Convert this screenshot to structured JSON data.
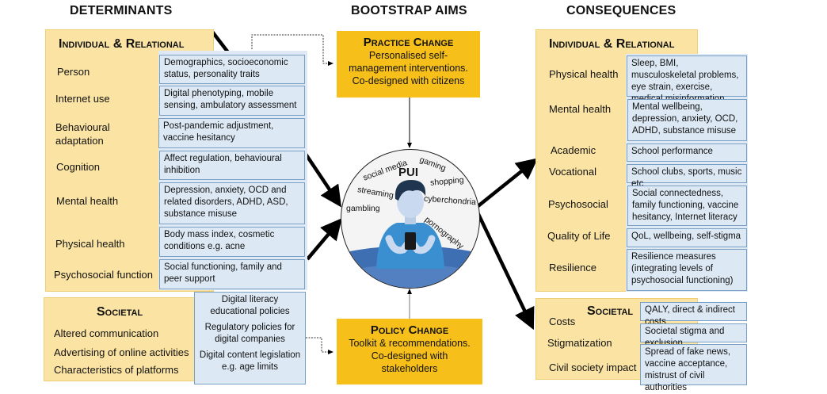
{
  "columns": {
    "determinants": "DETERMINANTS",
    "aims": "BOOTSTRAP AIMS",
    "consequences": "CONSEQUENCES"
  },
  "determinants": {
    "individual": {
      "title": "Individual & Relational",
      "rows": [
        {
          "label": "Person",
          "detail": "Demographics, socioeconomic status, personality traits"
        },
        {
          "label": "Internet use",
          "detail": "Digital phenotyping, mobile sensing, ambulatory assessment"
        },
        {
          "label": "Behavioural adaptation",
          "detail": "Post-pandemic adjustment, vaccine hesitancy"
        },
        {
          "label": "Cognition",
          "detail": "Affect regulation, behavioural inhibition"
        },
        {
          "label": "Mental health",
          "detail": "Depression, anxiety, OCD and related disorders, ADHD, ASD, substance misuse"
        },
        {
          "label": "Physical health",
          "detail": "Body mass index, cosmetic conditions e.g. acne"
        },
        {
          "label": "Psychosocial function",
          "detail": "Social functioning, family and peer support"
        }
      ]
    },
    "societal": {
      "title": "Societal",
      "rows": [
        "Altered communication",
        "Advertising of online activities",
        "Characteristics of platforms"
      ],
      "policies": [
        "Digital literacy educational policies",
        "Regulatory policies for digital companies",
        "Digital content legislation e.g. age limits"
      ]
    }
  },
  "aims": {
    "practice": {
      "title": "Practice Change",
      "text": "Personalised self-management interventions. Co-designed with citizens"
    },
    "policy": {
      "title": "Policy Change",
      "text": "Toolkit & recommendations. Co-designed with stakeholders"
    },
    "center": {
      "title": "PUI",
      "words": [
        "social media",
        "gaming",
        "shopping",
        "streaming",
        "cyberchondria",
        "gambling",
        "pornography"
      ]
    }
  },
  "consequences": {
    "individual": {
      "title": "Individual & Relational",
      "rows": [
        {
          "label": "Physical health",
          "detail": "Sleep, BMI, musculoskeletal problems, eye strain, exercise, medical misinformation"
        },
        {
          "label": "Mental health",
          "detail": "Mental wellbeing, depression, anxiety, OCD, ADHD, substance misuse"
        },
        {
          "label": "Academic",
          "detail": "School performance"
        },
        {
          "label": "Vocational",
          "detail": "School clubs, sports, music  etc"
        },
        {
          "label": "Psychosocial",
          "detail": "Social connectedness, family functioning, vaccine hesitancy, Internet literacy"
        },
        {
          "label": "Quality of Life",
          "detail": "QoL, wellbeing, self-stigma"
        },
        {
          "label": "Resilience",
          "detail": "Resilience measures (integrating levels of psychosocial functioning)"
        }
      ]
    },
    "societal": {
      "title": "Societal",
      "rows": [
        {
          "label": "Costs",
          "detail": "QALY, direct & indirect costs"
        },
        {
          "label": "Stigmatization",
          "detail": "Societal stigma and exclusion"
        },
        {
          "label": "Civil society impact",
          "detail": "Spread of fake news, vaccine acceptance, mistrust of civil authorities"
        }
      ]
    }
  },
  "colors": {
    "yellow_panel": "#fbe4a3",
    "blue_box": "#dce8f4",
    "orange_box": "#f6bf1a"
  }
}
